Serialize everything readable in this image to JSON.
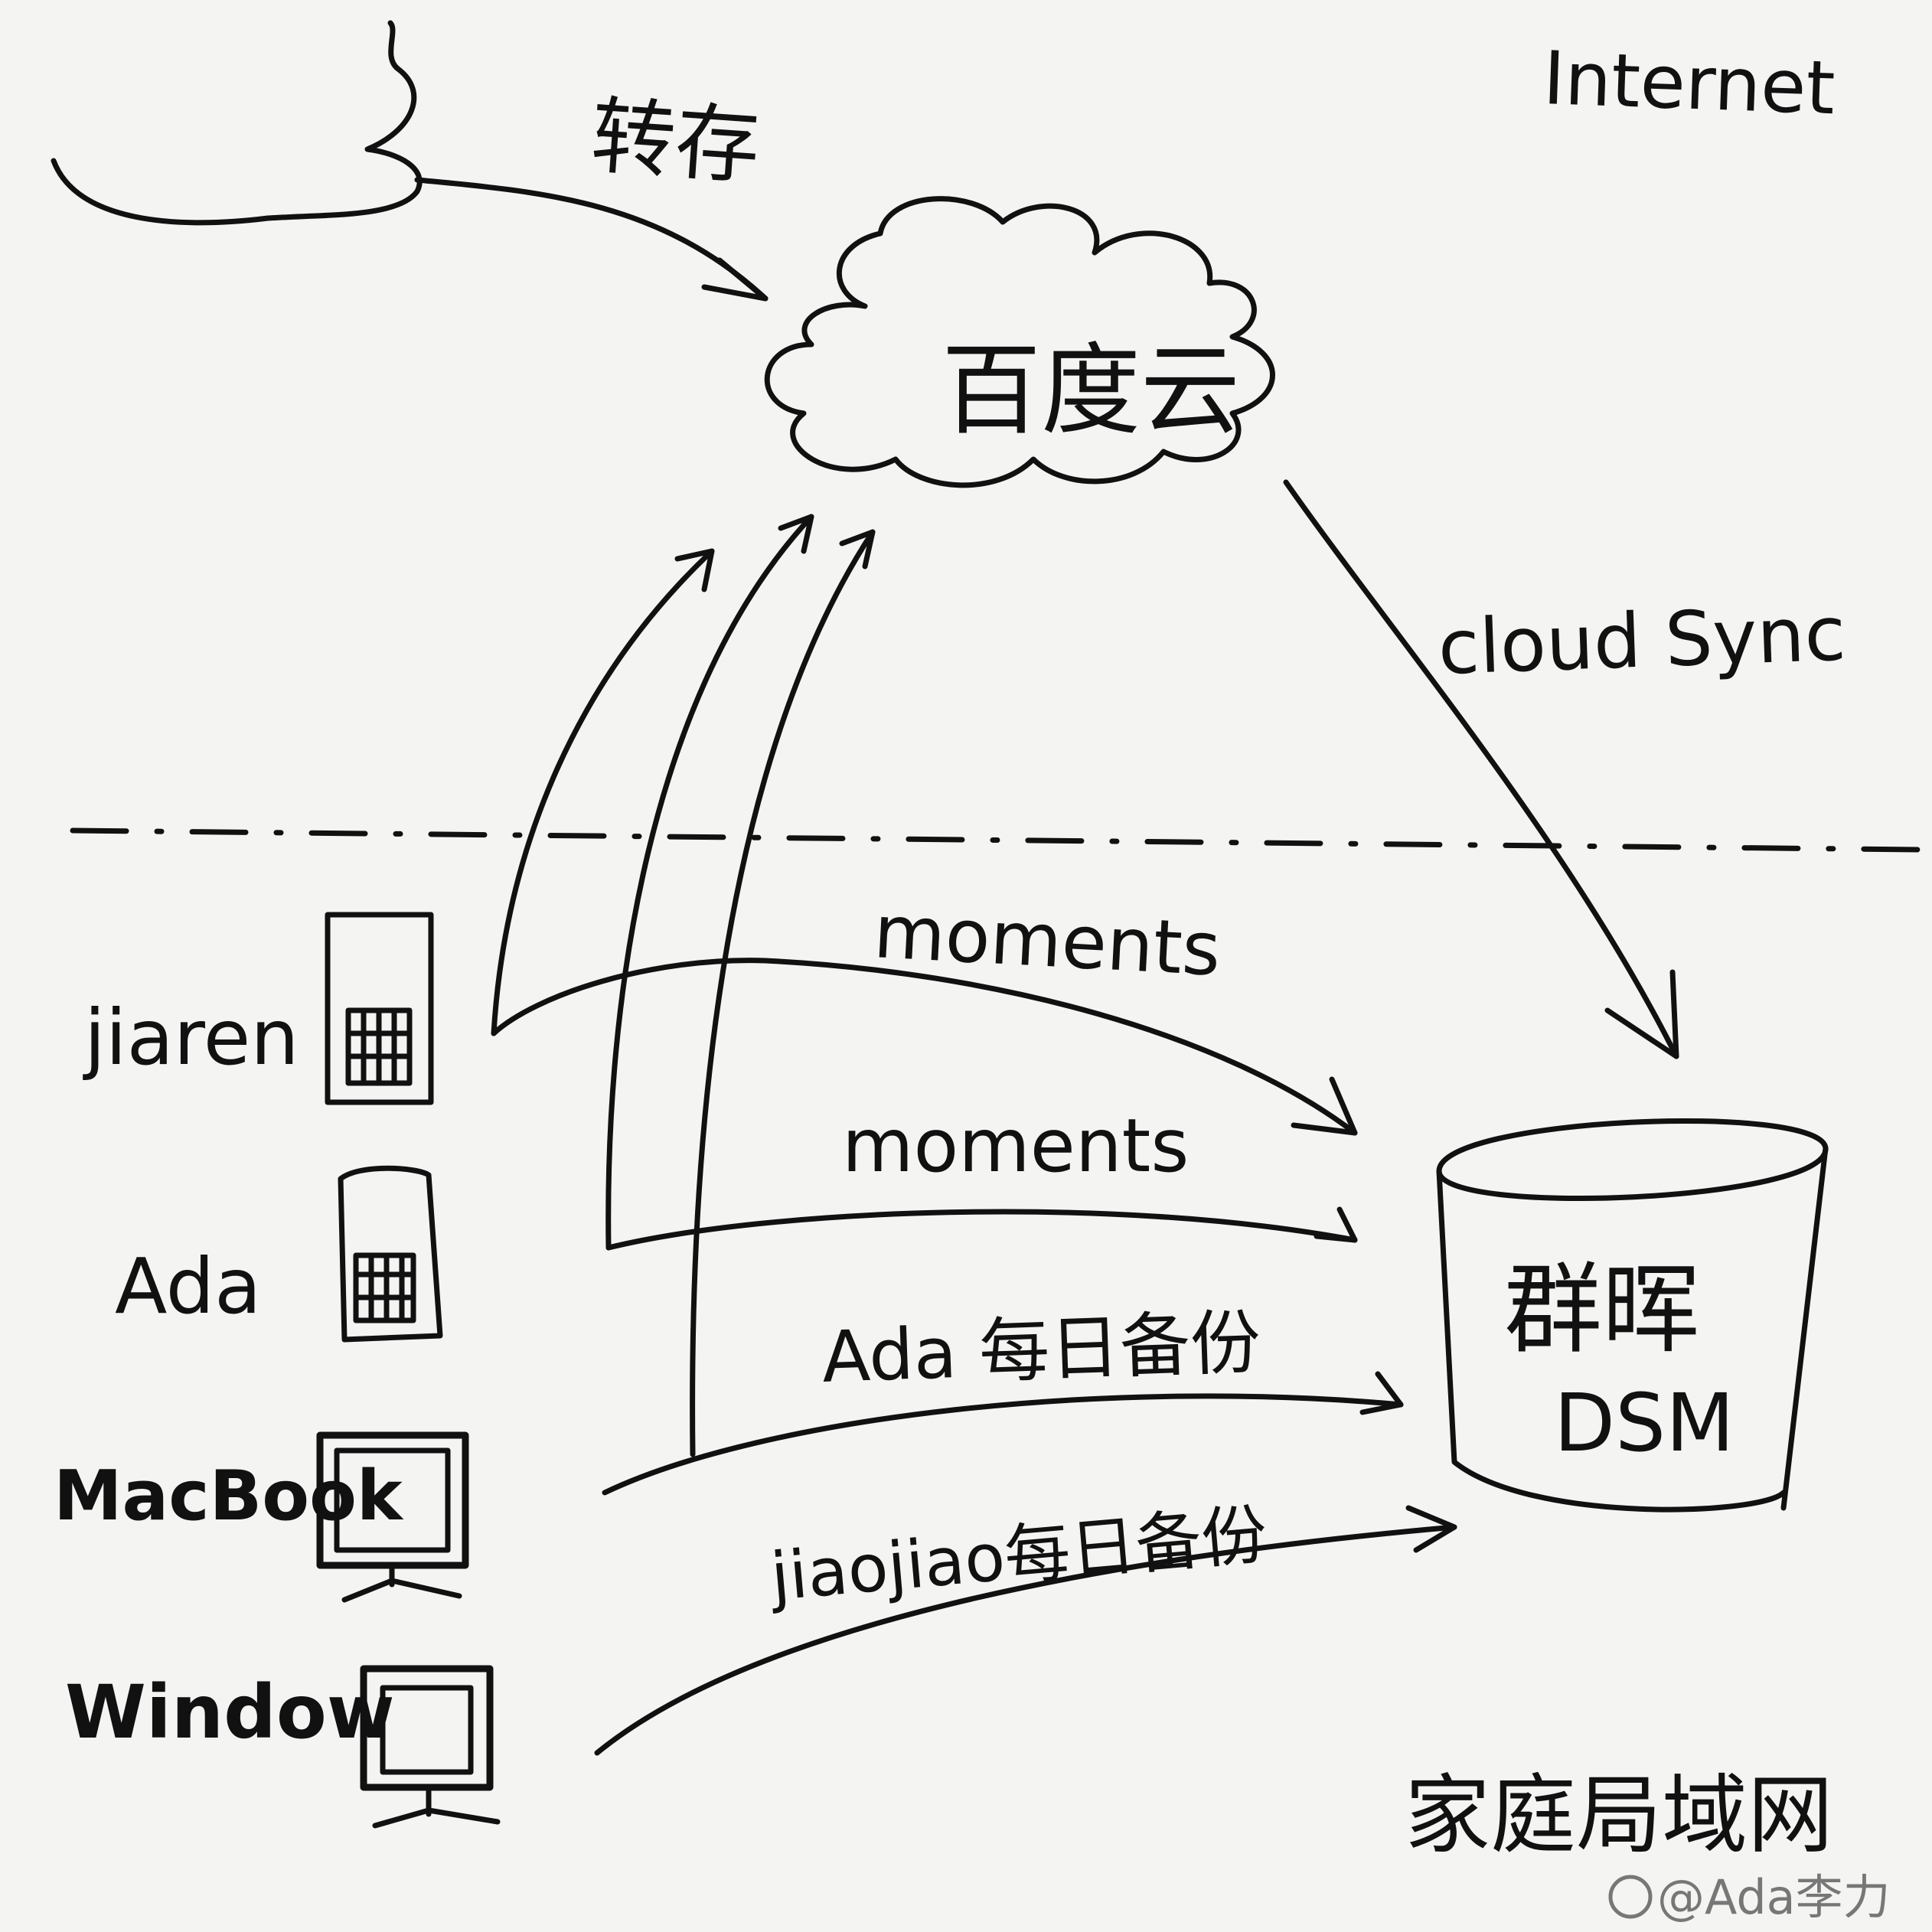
{
  "labels": {
    "internet": "Internet",
    "transfer": "转存",
    "baidu_cloud": "百度云",
    "cloud_sync": "cloud Sync",
    "device_jiaren": "jiaren",
    "device_ada": "Ada",
    "device_macbook": "MacBook",
    "device_windows": "Window",
    "moments_1": "moments",
    "moments_2": "moments",
    "ada_daily_backup": "Ada 每日备份",
    "jiaojiao_daily_backup": "jiaojiao每日备份",
    "synology": "群晖",
    "dsm": "DSM",
    "home_lan": "家庭局域网",
    "watermark": "@Ada李力"
  }
}
